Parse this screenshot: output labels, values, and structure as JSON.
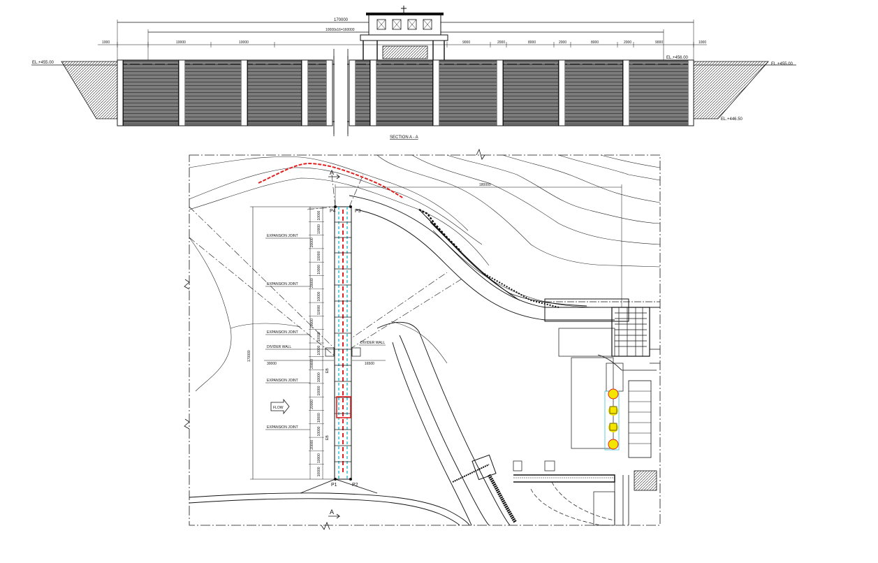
{
  "section": {
    "title": "SECTION A - A",
    "overall_dim": "170000",
    "gates_dim": "10000x16=160000",
    "el_left": "EL.+455.00",
    "el_right_top": "EL.+456.00",
    "el_right_side": "EL.+455.00",
    "el_bottom": "EL.+446.50",
    "left_dims": [
      "1000",
      "10000",
      "10000"
    ],
    "right_dims": [
      "9000",
      "2000",
      "8000",
      "2000",
      "8000",
      "2000",
      "9000",
      "1000"
    ]
  },
  "plan": {
    "section_marker": "A",
    "top_dim": "180000",
    "points": [
      "P4",
      "P3",
      "P1",
      "P2"
    ],
    "expansion_joint_label": "EXPANSION JOINT",
    "divider_wall_label": "DIVIDER WALL",
    "flow_label": "FLOW",
    "total_length": "170000",
    "left_offset": "30000",
    "right_offset": "16500",
    "bay_dims": [
      "10000",
      "10000",
      "20000",
      "10000",
      "10000",
      "20000",
      "10000",
      "10000",
      "20000",
      "10000",
      "10000",
      "20000",
      "10000",
      "10000",
      "20000",
      "10000",
      "10000",
      "20000",
      "10000",
      "10000"
    ],
    "small_labels": [
      "EB",
      "EB"
    ]
  },
  "colors": {
    "line": "#111111",
    "highlight_red": "#e02020",
    "highlight_yellow": "#f5e400",
    "highlight_cyan": "#3bc4d8"
  }
}
